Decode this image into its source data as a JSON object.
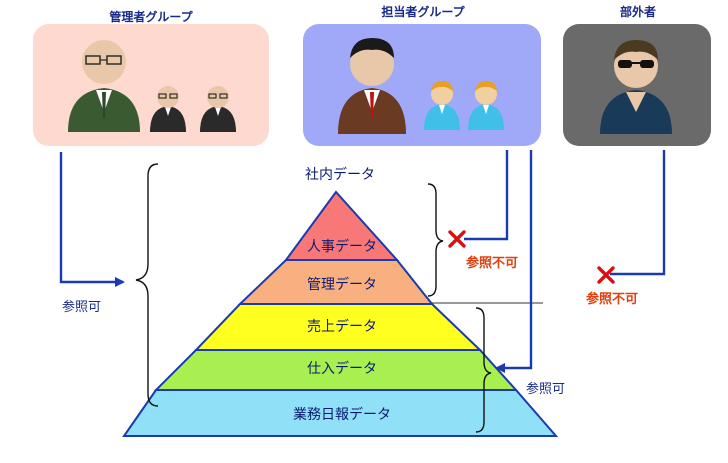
{
  "groups": {
    "admin": {
      "title": "管理者グループ"
    },
    "staff": {
      "title": "担当者グループ"
    },
    "outsider": {
      "title": "部外者"
    }
  },
  "pyramid": {
    "top_label": "社内データ",
    "layers": [
      "人事データ",
      "管理データ",
      "売上データ",
      "仕入データ",
      "業務日報データ"
    ]
  },
  "access": {
    "admin_allowed": "参照可",
    "staff_denied": "参照不可",
    "staff_allowed": "参照可",
    "outsider_denied": "参照不可"
  },
  "colors": {
    "admin_panel": "#fdd9d0",
    "staff_panel": "#a0a8f8",
    "outsider_panel": "#6a6a6a",
    "arrow": "#1a3ab0",
    "deny": "#d81010",
    "layer_jinji": "#f87878",
    "layer_kanri": "#f8b080",
    "layer_uriage": "#ffff20",
    "layer_shiire": "#a8f050",
    "layer_nippo": "#90e0f8"
  }
}
